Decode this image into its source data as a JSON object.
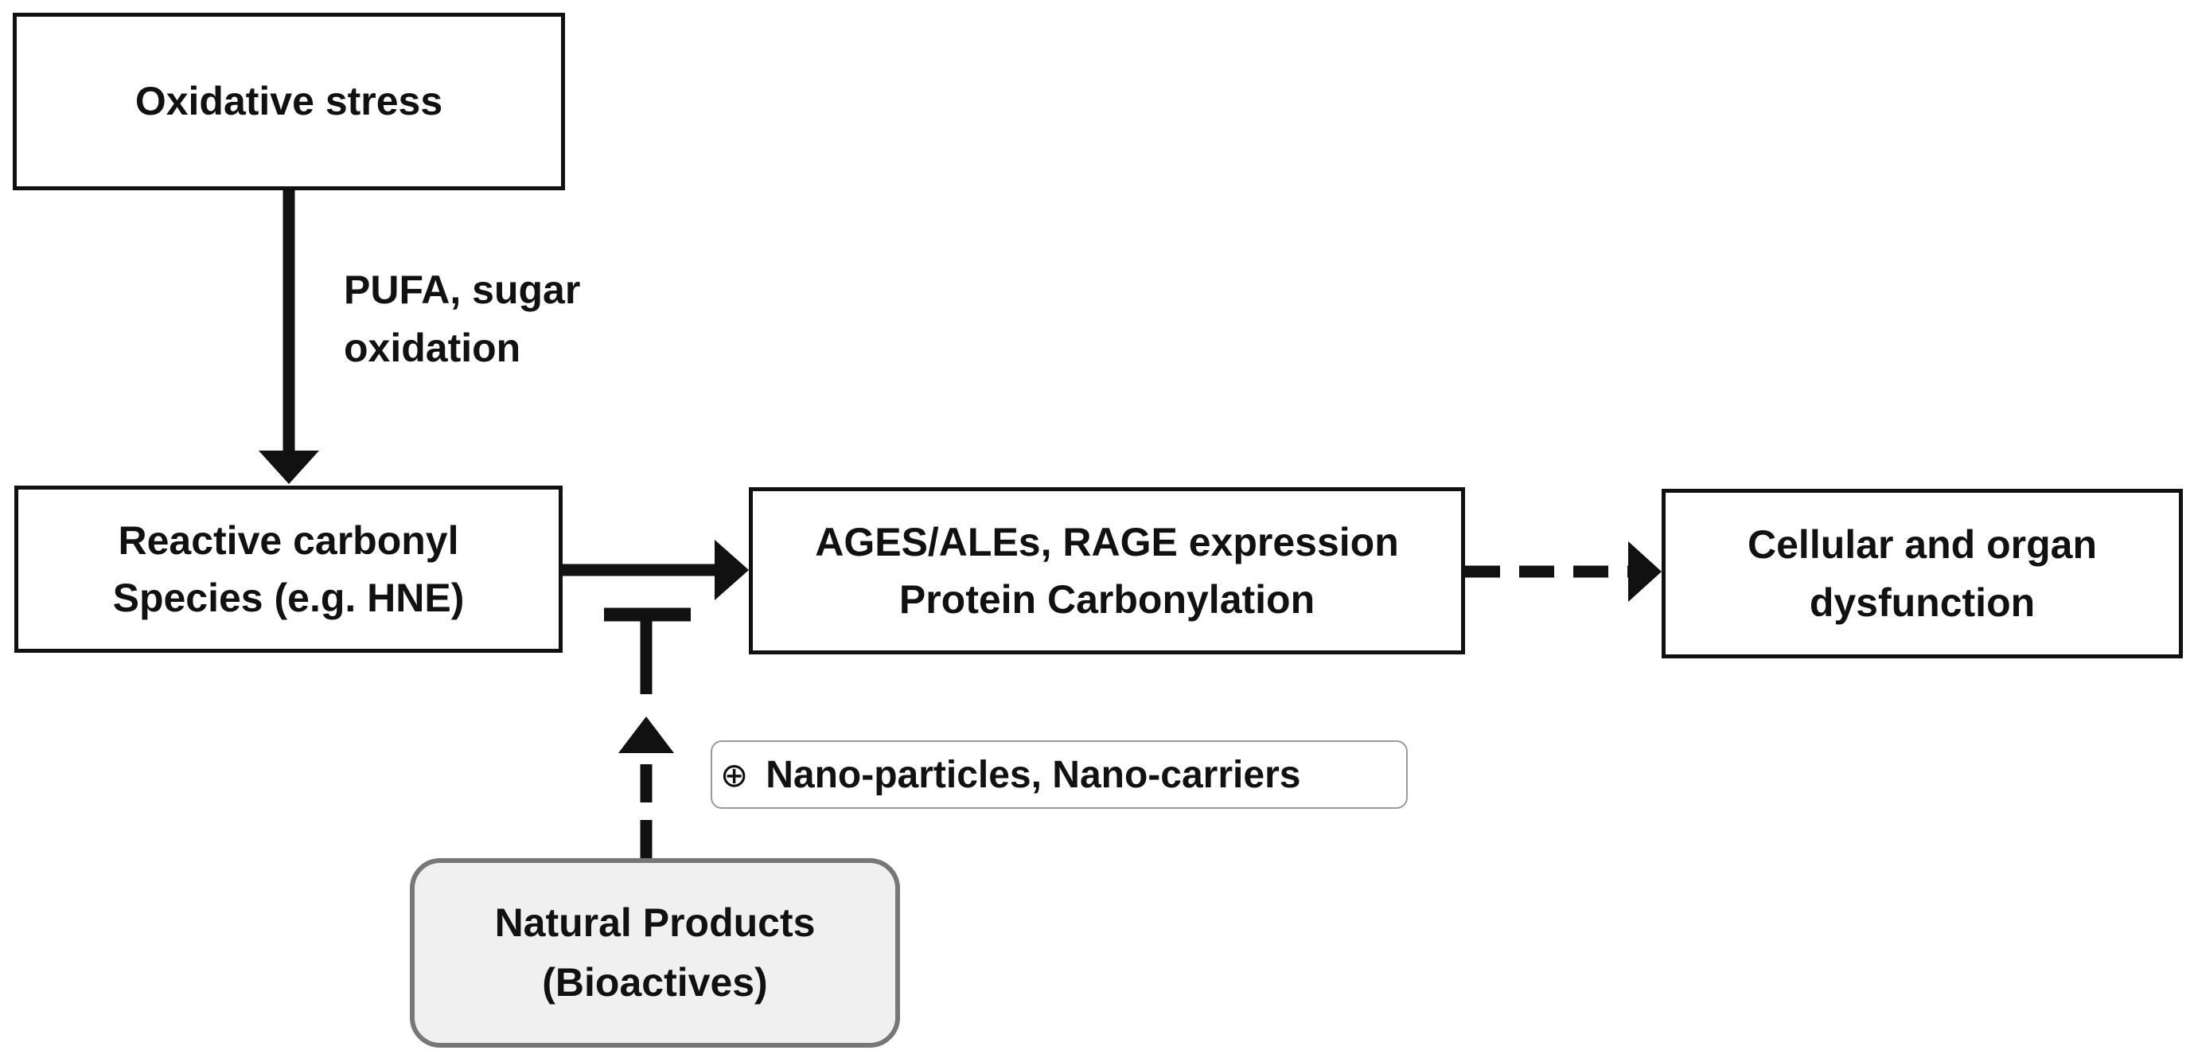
{
  "nodes": {
    "oxidative_stress": {
      "lines": [
        "Oxidative stress"
      ]
    },
    "reactive_carbonyl": {
      "lines": [
        "Reactive carbonyl",
        "Species (e.g. HNE)"
      ]
    },
    "ages_ales": {
      "lines": [
        "AGES/ALEs, RAGE expression",
        "Protein Carbonylation"
      ]
    },
    "cellular_dysfunction": {
      "lines": [
        "Cellular and organ",
        "dysfunction"
      ]
    },
    "natural_products": {
      "lines": [
        "Natural Products",
        "(Bioactives)"
      ]
    }
  },
  "edge_labels": {
    "pufa": {
      "lines": [
        "PUFA, sugar",
        "oxidation"
      ]
    },
    "nano": {
      "symbol": "⊕",
      "text": "Nano-particles, Nano-carriers"
    }
  },
  "edges": [
    {
      "from": "oxidative_stress",
      "to": "reactive_carbonyl",
      "style": "solid",
      "head": "arrow"
    },
    {
      "from": "reactive_carbonyl",
      "to": "ages_ales",
      "style": "solid",
      "head": "arrow"
    },
    {
      "from": "ages_ales",
      "to": "cellular_dysfunction",
      "style": "dashed",
      "head": "arrow"
    },
    {
      "from": "natural_products",
      "to": "reactive_carbonyl-ages_ales",
      "style": "dashed",
      "head": "inhibition"
    }
  ],
  "colors": {
    "stroke": "#111111",
    "natural_products_border": "#777777",
    "natural_products_fill": "#f0f0f0",
    "nano_label_border": "#9a9a9a"
  }
}
